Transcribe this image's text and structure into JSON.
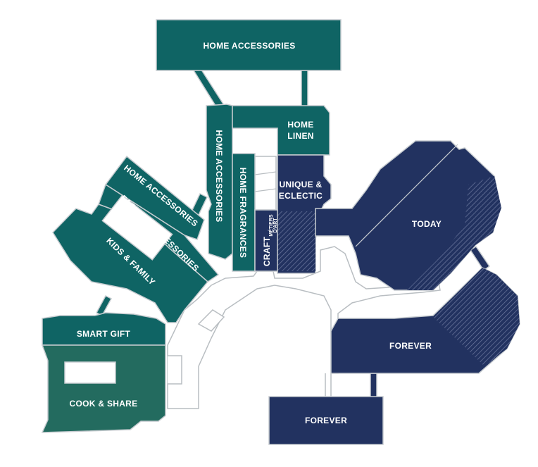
{
  "colors": {
    "teal": "#0f6464",
    "teal_light": "#236b5f",
    "navy": "#223260",
    "walkway_outline": "#b9bec2"
  },
  "zones": {
    "home_accessories_top": "HOME ACCESSORIES",
    "home_accessories_vertical": "HOME ACCESSORIES",
    "home_linen_1": "HOME",
    "home_linen_2": "LINEN",
    "home_fragrances": "HOME FRAGRANCES",
    "craft": "CRAFT",
    "metiers_1": "MÉTIERS",
    "metiers_2": "D'ART",
    "unique_eclectic_1": "UNIQUE & ",
    "unique_eclectic_2": "ECLECTIC",
    "home_accessories_diag": "HOME ACCESSORIES",
    "fashion_accessories": "FASHION ACCESSORIES",
    "kids_family": "KIDS & FAMILY",
    "smart_gift": "SMART GIFT",
    "cook_share": "COOK & SHARE",
    "today": "TODAY",
    "forever_right": "FOREVER",
    "forever_bottom": "FOREVER"
  }
}
